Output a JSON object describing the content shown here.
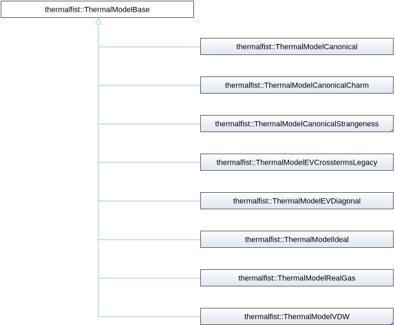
{
  "base": {
    "name": "thermalfist::ThermalModelBase"
  },
  "children": [
    {
      "name": "thermalfist::ThermalModelCanonical",
      "has_more": false
    },
    {
      "name": "thermalfist::ThermalModelCanonicalCharm",
      "has_more": false
    },
    {
      "name": "thermalfist::ThermalModelCanonicalStrangeness",
      "has_more": true
    },
    {
      "name": "thermalfist::ThermalModelEVCrosstermsLegacy",
      "has_more": false
    },
    {
      "name": "thermalfist::ThermalModelEVDiagonal",
      "has_more": false
    },
    {
      "name": "thermalfist::ThermalModelIdeal",
      "has_more": false
    },
    {
      "name": "thermalfist::ThermalModelRealGas",
      "has_more": false
    },
    {
      "name": "thermalfist::ThermalModelVDW",
      "has_more": true
    }
  ],
  "colors": {
    "edge": "#a3c4e0",
    "border": "#666666",
    "more_marker": "#8a9dc2"
  }
}
